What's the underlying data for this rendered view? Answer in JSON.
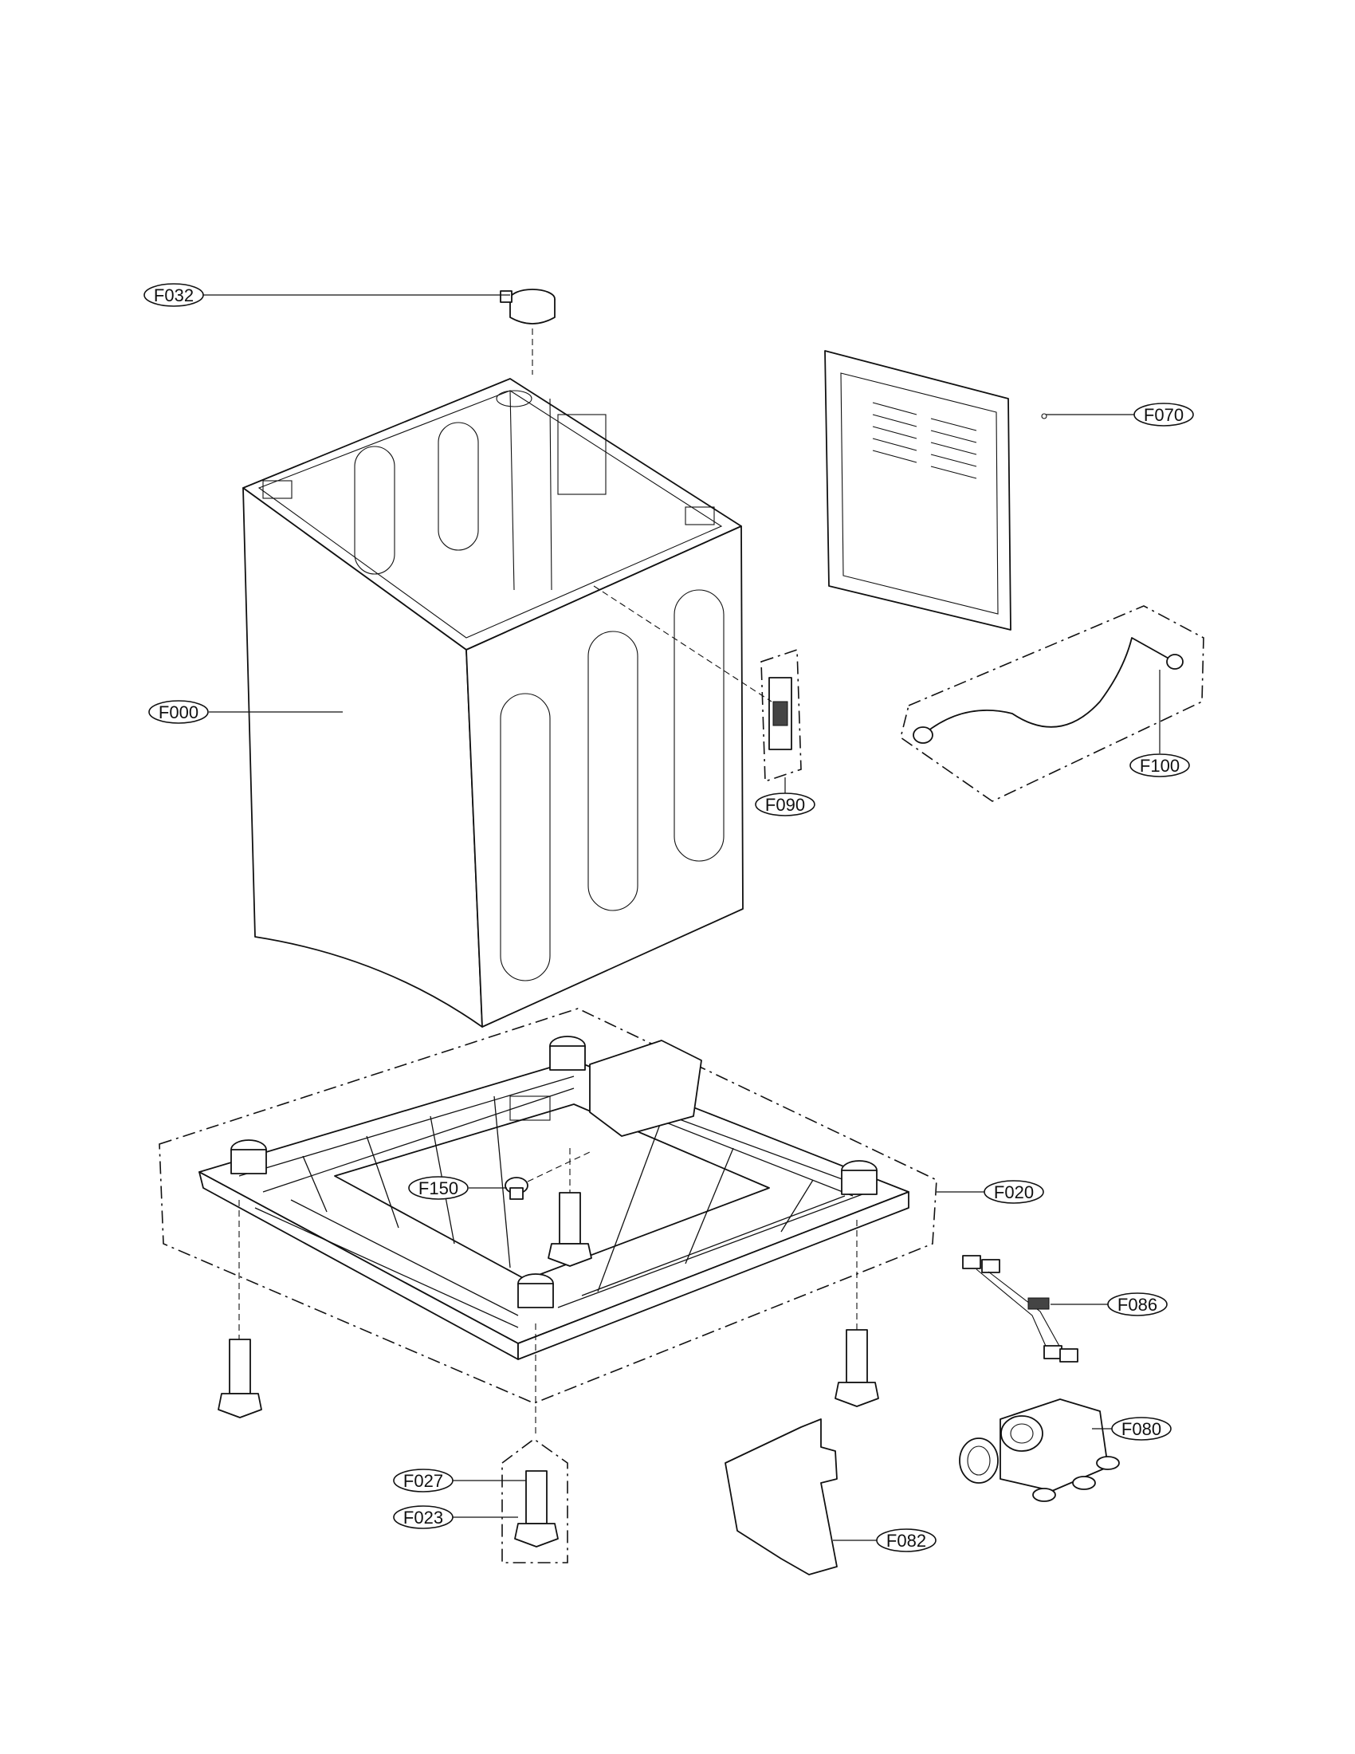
{
  "callouts": {
    "F032": "F032",
    "F070": "F070",
    "F000": "F000",
    "F090": "F090",
    "F100": "F100",
    "F150": "F150",
    "F020": "F020",
    "F086": "F086",
    "F080": "F080",
    "F027": "F027",
    "F023": "F023",
    "F082": "F082"
  }
}
